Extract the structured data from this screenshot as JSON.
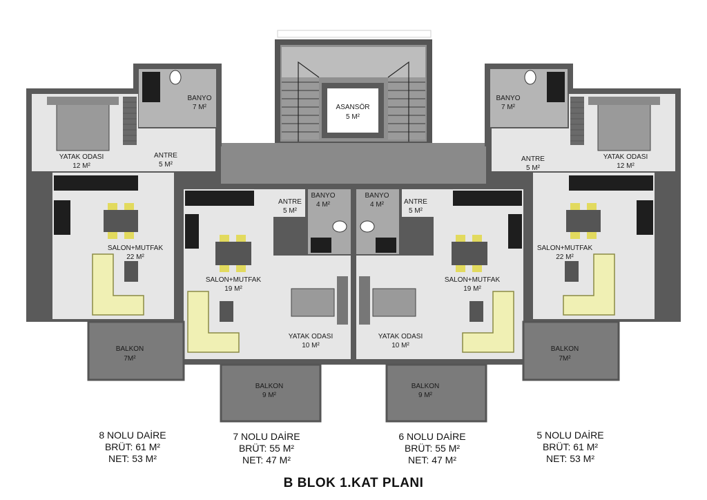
{
  "title": "B BLOK 1.KAT PLANI",
  "core": {
    "elevator": {
      "name": "ASANSÖR",
      "area": "5 M²"
    }
  },
  "units": [
    {
      "number": "8 NOLU DAİRE",
      "gross": "BRÜT:  61 M²",
      "net": "NET: 53 M²",
      "rooms": {
        "bathroom": {
          "name": "BANYO",
          "area": "7 M²"
        },
        "bedroom": {
          "name": "YATAK ODASI",
          "area": "12 M²"
        },
        "hall": {
          "name": "ANTRE",
          "area": "5 M²"
        },
        "living": {
          "name": "SALON+MUTFAK",
          "area": "22 M²"
        },
        "balcony": {
          "name": "BALKON",
          "area": "7M²"
        }
      }
    },
    {
      "number": "7 NOLU DAİRE",
      "gross": "BRÜT:  55 M²",
      "net": "NET: 47 M²",
      "rooms": {
        "hall": {
          "name": "ANTRE",
          "area": "5 M²"
        },
        "bathroom": {
          "name": "BANYO",
          "area": "4 M²"
        },
        "living": {
          "name": "SALON+MUTFAK",
          "area": "19 M²"
        },
        "bedroom": {
          "name": "YATAK ODASI",
          "area": "10 M²"
        },
        "balcony": {
          "name": "BALKON",
          "area": "9 M²"
        }
      }
    },
    {
      "number": "6 NOLU DAİRE",
      "gross": "BRÜT:  55 M²",
      "net": "NET: 47 M²",
      "rooms": {
        "bathroom": {
          "name": "BANYO",
          "area": "4 M²"
        },
        "hall": {
          "name": "ANTRE",
          "area": "5 M²"
        },
        "living": {
          "name": "SALON+MUTFAK",
          "area": "19 M²"
        },
        "bedroom": {
          "name": "YATAK ODASI",
          "area": "10 M²"
        },
        "balcony": {
          "name": "BALKON",
          "area": "9 M²"
        }
      }
    },
    {
      "number": "5 NOLU DAİRE",
      "gross": "BRÜT:  61 M²",
      "net": "NET: 53 M²",
      "rooms": {
        "bathroom": {
          "name": "BANYO",
          "area": "7 M²"
        },
        "bedroom": {
          "name": "YATAK ODASI",
          "area": "12 M²"
        },
        "hall": {
          "name": "ANTRE",
          "area": "5 M²"
        },
        "living": {
          "name": "SALON+MUTFAK",
          "area": "22 M²"
        },
        "balcony": {
          "name": "BALKON",
          "area": "7M²"
        }
      }
    }
  ],
  "colors": {
    "wall": "#5c5c5c",
    "floor": "#e6e6e6",
    "corridor": "#8a8a8a",
    "balcony": "#7b7b7b",
    "sofa": "#f0f0b4",
    "counter": "#1e1e1e"
  }
}
